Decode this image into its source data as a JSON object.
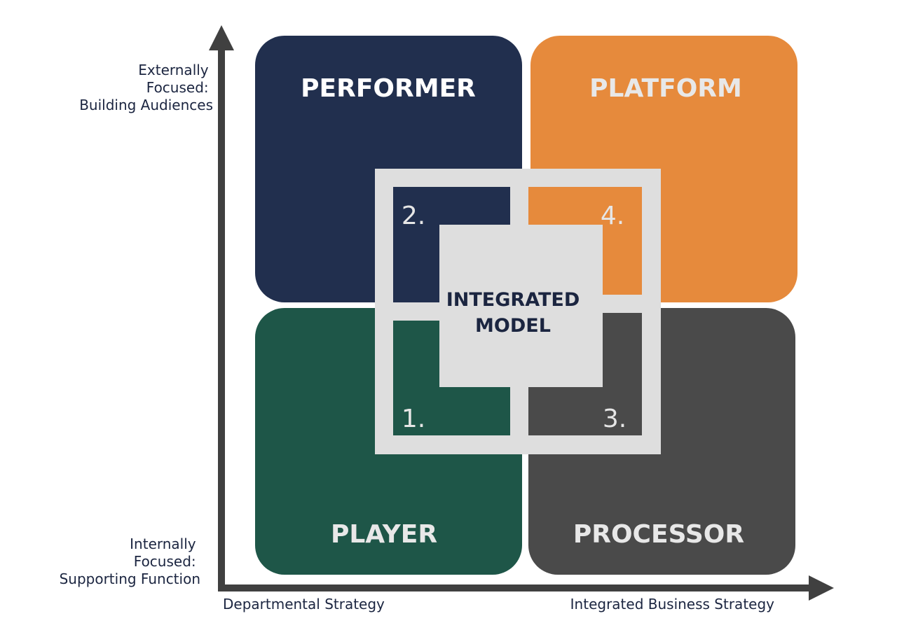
{
  "quadrants": {
    "performer": {
      "title": "PERFORMER",
      "color": "#212f4e"
    },
    "platform": {
      "title": "PLATFORM",
      "color": "#e68a3c"
    },
    "player": {
      "title": "PLAYER",
      "color": "#1e5648"
    },
    "processor": {
      "title": "PROCESSOR",
      "color": "#4a4a4a"
    }
  },
  "integrated": {
    "numbers": {
      "performer": "2.",
      "platform": "4.",
      "player": "1.",
      "processor": "3."
    },
    "label_line1": "INTEGRATED",
    "label_line2": "MODEL",
    "frame_color": "#dedede"
  },
  "axes": {
    "y_top_label": [
      "Externally",
      "Focused:",
      "Building Audiences"
    ],
    "y_bottom_label": [
      "Internally",
      "Focused:",
      "Supporting Function"
    ],
    "x_left_label": "Departmental Strategy",
    "x_right_label": "Integrated Business Strategy",
    "color": "#404040"
  }
}
